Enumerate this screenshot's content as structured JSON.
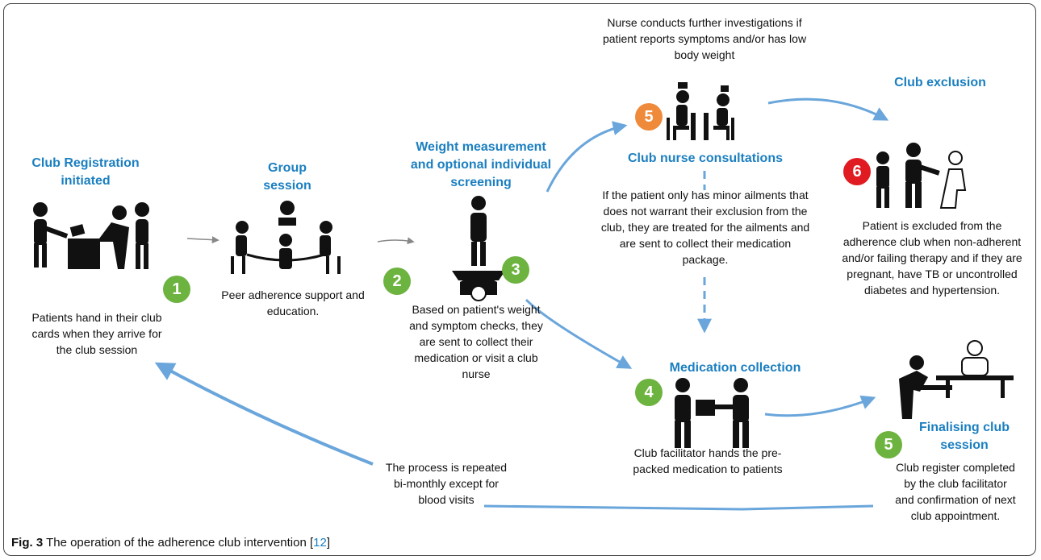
{
  "colors": {
    "heading": "#1b7fc0",
    "arrow": "#6aa6db",
    "green": "#6db33f",
    "orange": "#ef8a3b",
    "red": "#e11b22"
  },
  "steps": {
    "registration": {
      "title_1": "Club Registration",
      "title_2": "initiated",
      "badge": "1",
      "desc_1": "Patients hand in their club",
      "desc_2": "cards when they arrive for",
      "desc_3": "the club session"
    },
    "group": {
      "title_1": "Group",
      "title_2": "session",
      "badge": "2",
      "desc_1": "Peer adherence support and",
      "desc_2": "education."
    },
    "weight": {
      "title_1": "Weight measurement",
      "title_2": "and optional individual",
      "title_3": "screening",
      "badge": "3",
      "desc_1": "Based on patient's weight",
      "desc_2": "and symptom checks, they",
      "desc_3": "are sent to collect their",
      "desc_4": "medication or visit a club",
      "desc_5": "nurse"
    },
    "nurse": {
      "title": "Club nurse consultations",
      "badge": "5",
      "top_1": "Nurse conducts further investigations if",
      "top_2": "patient reports symptoms and/or has low",
      "top_3": "body weight",
      "desc_1": "If the patient only has minor ailments that",
      "desc_2": "does not warrant their exclusion from the",
      "desc_3": "club,  they are treated for the ailments and",
      "desc_4": "are sent to collect their medication",
      "desc_5": "package."
    },
    "exclusion": {
      "title": "Club exclusion",
      "badge": "6",
      "desc_1": "Patient is excluded from the",
      "desc_2": "adherence club when non-adherent",
      "desc_3": "and/or failing therapy and if they are",
      "desc_4": "pregnant, have TB or uncontrolled",
      "desc_5": "diabetes and hypertension."
    },
    "medication": {
      "title": "Medication collection",
      "badge": "4",
      "desc_1": "Club facilitator hands the pre-",
      "desc_2": "packed medication to patients"
    },
    "finalising": {
      "title_1": "Finalising club",
      "title_2": "session",
      "badge": "5",
      "desc_1": "Club register completed",
      "desc_2": "by the club facilitator",
      "desc_3": "and confirmation of next",
      "desc_4": "club appointment."
    }
  },
  "repeat": {
    "line_1": "The process is repeated",
    "line_2": "bi-monthly except for",
    "line_3": "blood visits"
  },
  "caption": {
    "label": "Fig. 3",
    "text": " The operation of the adherence club intervention [",
    "ref": "12",
    "close": "]"
  }
}
